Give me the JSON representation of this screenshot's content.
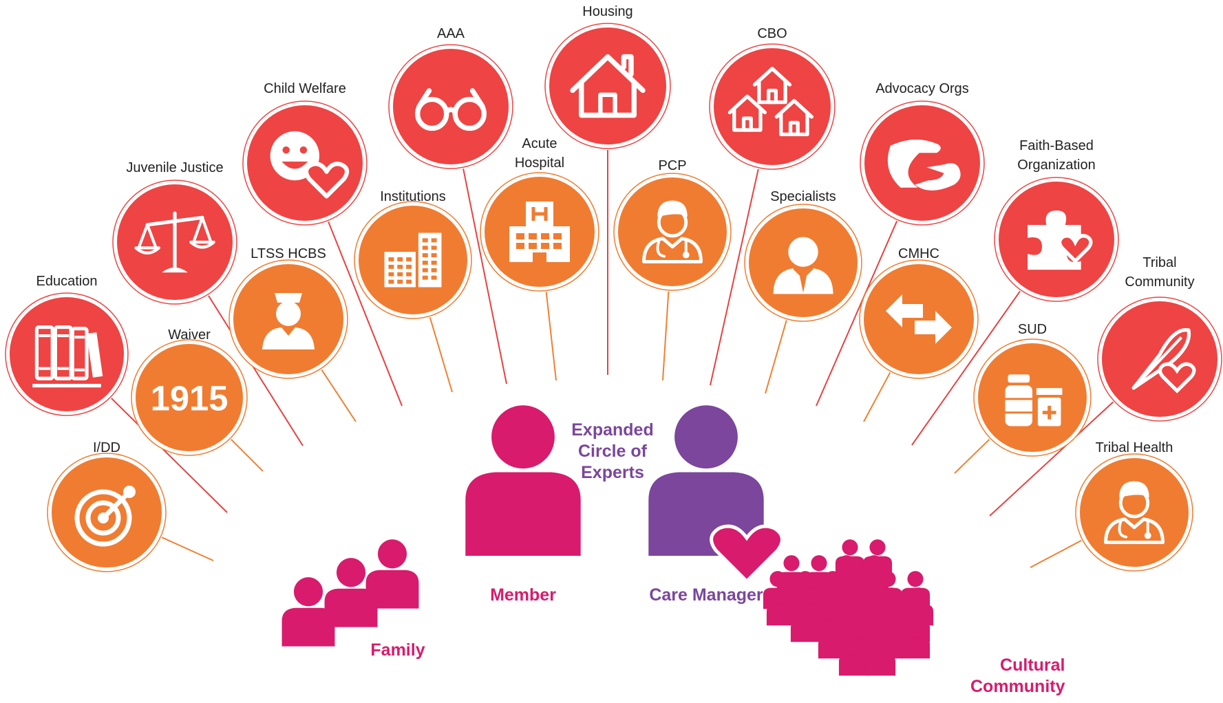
{
  "colors": {
    "red": "#EE4443",
    "orange": "#F07C31",
    "magenta": "#D81B6C",
    "purple": "#7B469C",
    "red_line": "#E84040",
    "orange_line": "#F08030"
  },
  "nodes": [
    {
      "id": "idd",
      "label": "I/DD",
      "color": "orange",
      "icon": "target-icon"
    },
    {
      "id": "education",
      "label": "Education",
      "color": "red",
      "icon": "books-icon"
    },
    {
      "id": "waiver",
      "label": "Waiver",
      "color": "orange",
      "icon": "text-1915",
      "icon_text": "1915"
    },
    {
      "id": "juvenile",
      "label": "Juvenile Justice",
      "color": "red",
      "icon": "scales-icon"
    },
    {
      "id": "ltss",
      "label": "LTSS HCBS",
      "color": "orange",
      "icon": "nurse-icon"
    },
    {
      "id": "childwelfare",
      "label": "Child Welfare",
      "color": "red",
      "icon": "smiley-heart-icon"
    },
    {
      "id": "institutions",
      "label": "Institutions",
      "color": "orange",
      "icon": "buildings-icon"
    },
    {
      "id": "aaa",
      "label": "AAA",
      "color": "red",
      "icon": "glasses-icon"
    },
    {
      "id": "hospital",
      "label": "Acute\nHospital",
      "color": "orange",
      "icon": "hospital-icon"
    },
    {
      "id": "housing",
      "label": "Housing",
      "color": "red",
      "icon": "house-icon"
    },
    {
      "id": "pcp",
      "label": "PCP",
      "color": "orange",
      "icon": "doctor-icon"
    },
    {
      "id": "cbo",
      "label": "CBO",
      "color": "red",
      "icon": "houses-icon"
    },
    {
      "id": "specialists",
      "label": "Specialists",
      "color": "orange",
      "icon": "businessman-icon"
    },
    {
      "id": "advocacy",
      "label": "Advocacy Orgs",
      "color": "red",
      "icon": "hands-icon"
    },
    {
      "id": "cmhc",
      "label": "CMHC",
      "color": "orange",
      "icon": "arrows-icon"
    },
    {
      "id": "faith",
      "label": "Faith-Based\nOrganization",
      "color": "red",
      "icon": "puzzle-heart-icon"
    },
    {
      "id": "sud",
      "label": "SUD",
      "color": "orange",
      "icon": "medicine-bottles-icon"
    },
    {
      "id": "tribalcomm",
      "label": "Tribal\nCommunity",
      "color": "red",
      "icon": "feather-heart-icon"
    },
    {
      "id": "tribalhealth",
      "label": "Tribal Health",
      "color": "orange",
      "icon": "doctor-icon"
    }
  ],
  "center": {
    "title": "Expanded\nCircle of\nExperts",
    "member": "Member",
    "care_manager": "Care Manager",
    "family": "Family",
    "community": "Cultural\nCommunity"
  }
}
